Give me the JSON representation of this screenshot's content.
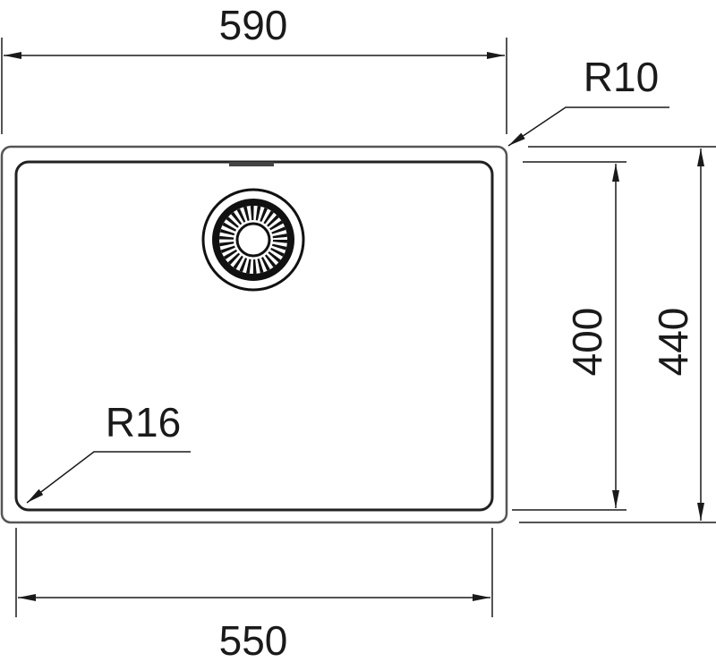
{
  "dimensions": {
    "outer_width": "590",
    "inner_width": "550",
    "inner_depth": "400",
    "outer_depth": "440",
    "outer_radius": "R10",
    "inner_radius": "R16"
  },
  "colors": {
    "line": "#1a1a1a",
    "outer_rim": "#555555"
  }
}
